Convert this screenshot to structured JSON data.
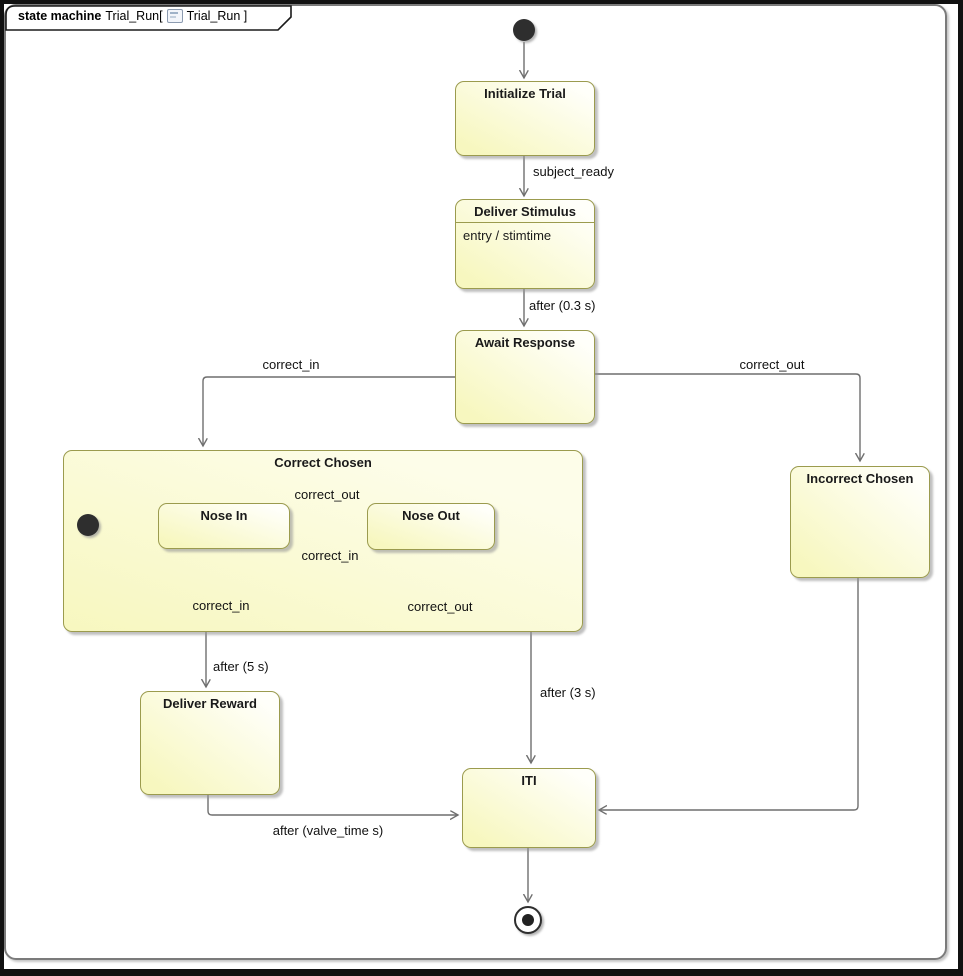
{
  "diagram": {
    "kind": "state machine",
    "name": "Trial_Run[",
    "name_suffix": "Trial_Run ]",
    "frame_icon": "diagram-icon"
  },
  "states": {
    "initialize_trial": {
      "label": "Initialize Trial"
    },
    "deliver_stimulus": {
      "label": "Deliver Stimulus",
      "body": "entry / stimtime"
    },
    "await_response": {
      "label": "Await Response"
    },
    "correct_chosen": {
      "label": "Correct Chosen"
    },
    "nose_in": {
      "label": "Nose In"
    },
    "nose_out": {
      "label": "Nose Out"
    },
    "incorrect_chosen": {
      "label": "Incorrect Chosen"
    },
    "deliver_reward": {
      "label": "Deliver Reward"
    },
    "iti": {
      "label": "ITI"
    }
  },
  "transitions": {
    "subject_ready": {
      "label": "subject_ready"
    },
    "after_03": {
      "label": "after (0.3 s)"
    },
    "correct_in_branch": {
      "label": "correct_in"
    },
    "correct_out_branch": {
      "label": "correct_out"
    },
    "nose_in_to_out": {
      "label": "correct_out"
    },
    "nose_out_to_in": {
      "label": "correct_in"
    },
    "self_nose_in": {
      "label": "correct_in"
    },
    "self_nose_out": {
      "label": "correct_out"
    },
    "after_5": {
      "label": "after (5 s)"
    },
    "after_3": {
      "label": "after (3 s)"
    },
    "after_valve": {
      "label": "after (valve_time s)"
    }
  },
  "colors": {
    "state_fill_from": "#f7f7bf",
    "state_fill_to": "#fffffa",
    "state_border": "#9b9b4e",
    "line": "#6f6f6f",
    "frame_border": "#7b7b7b"
  }
}
